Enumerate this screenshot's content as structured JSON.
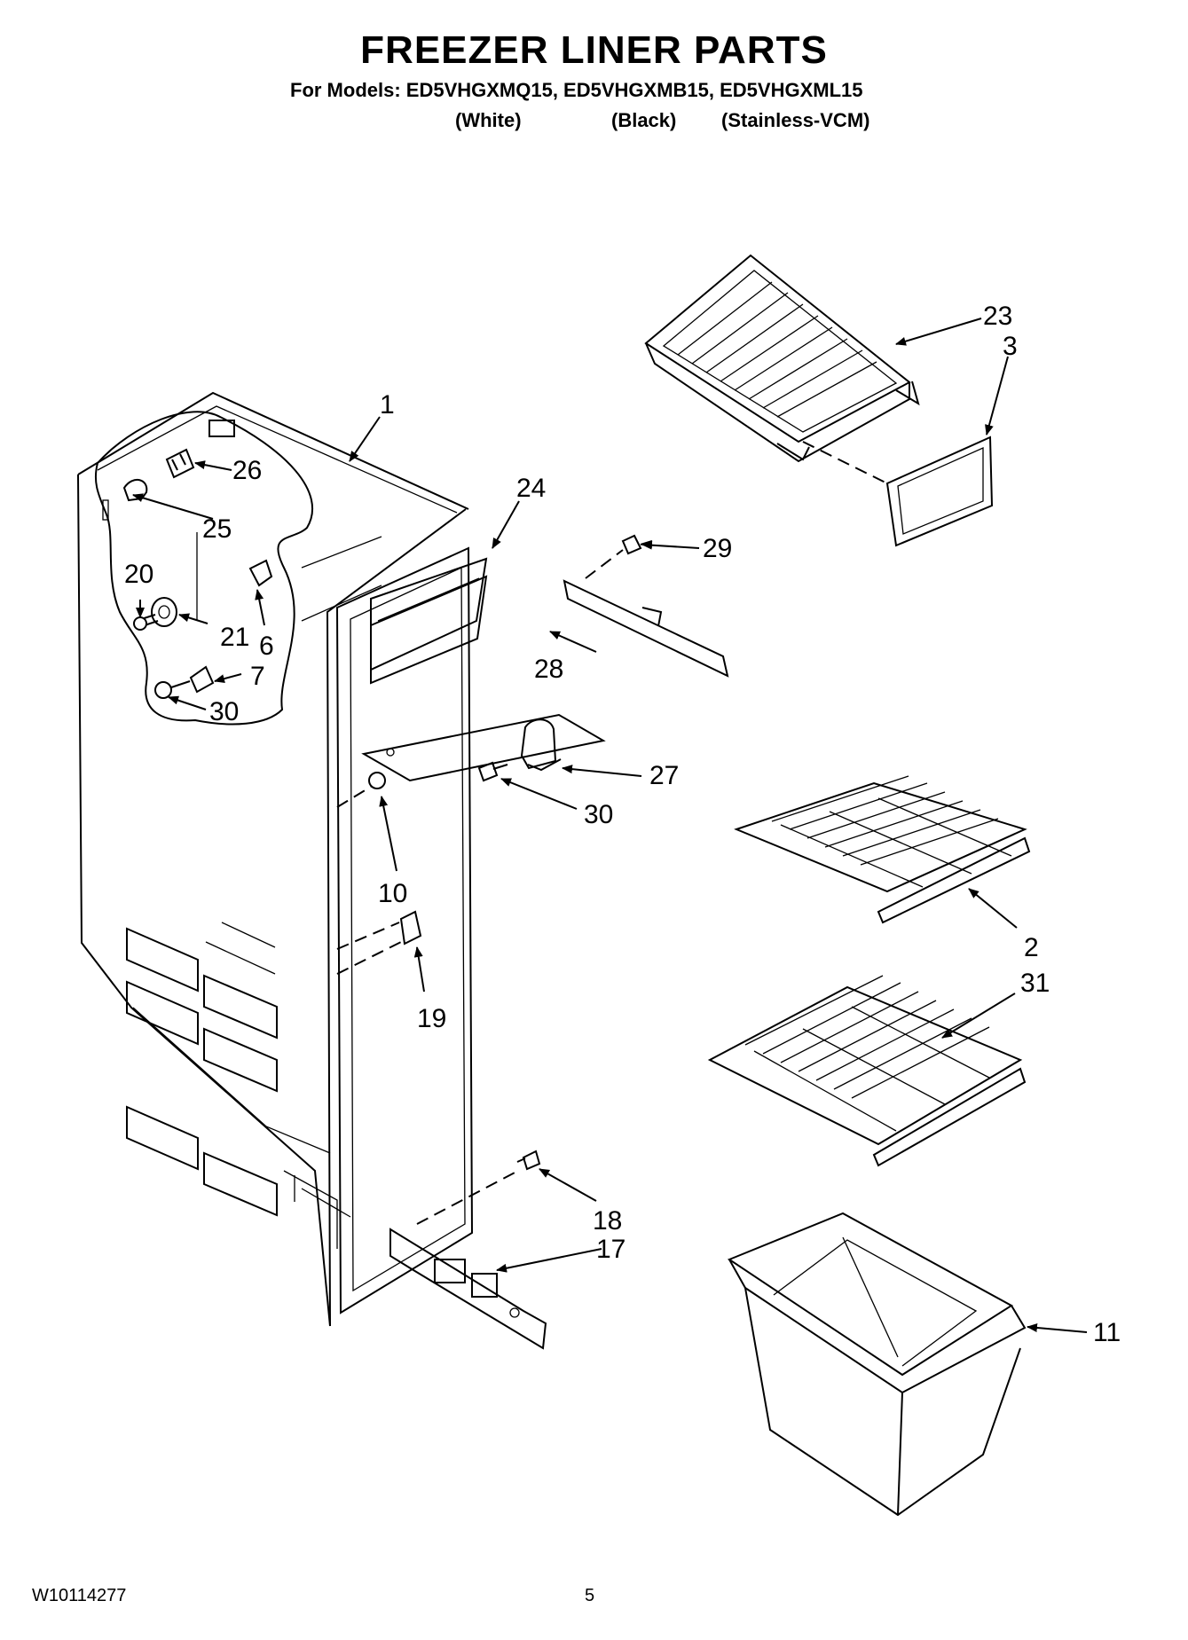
{
  "header": {
    "title": "FREEZER LINER PARTS",
    "models_line": "For Models: ED5VHGXMQ15, ED5VHGXMB15, ED5VHGXML15",
    "variants": [
      "(White)",
      "(Black)",
      "(Stainless-VCM)"
    ]
  },
  "callouts": [
    {
      "id": "c1",
      "label": "1"
    },
    {
      "id": "c2",
      "label": "2"
    },
    {
      "id": "c3",
      "label": "3"
    },
    {
      "id": "c6",
      "label": "6"
    },
    {
      "id": "c7",
      "label": "7"
    },
    {
      "id": "c10",
      "label": "10"
    },
    {
      "id": "c11",
      "label": "11"
    },
    {
      "id": "c17",
      "label": "17"
    },
    {
      "id": "c18",
      "label": "18"
    },
    {
      "id": "c19",
      "label": "19"
    },
    {
      "id": "c20",
      "label": "20"
    },
    {
      "id": "c21",
      "label": "21"
    },
    {
      "id": "c23",
      "label": "23"
    },
    {
      "id": "c24",
      "label": "24"
    },
    {
      "id": "c25",
      "label": "25"
    },
    {
      "id": "c26",
      "label": "26"
    },
    {
      "id": "c27",
      "label": "27"
    },
    {
      "id": "c28",
      "label": "28"
    },
    {
      "id": "c29",
      "label": "29"
    },
    {
      "id": "c30a",
      "label": "30"
    },
    {
      "id": "c30b",
      "label": "30"
    },
    {
      "id": "c31",
      "label": "31"
    }
  ],
  "footer": {
    "doc_number": "W10114277",
    "page_number": "5"
  }
}
